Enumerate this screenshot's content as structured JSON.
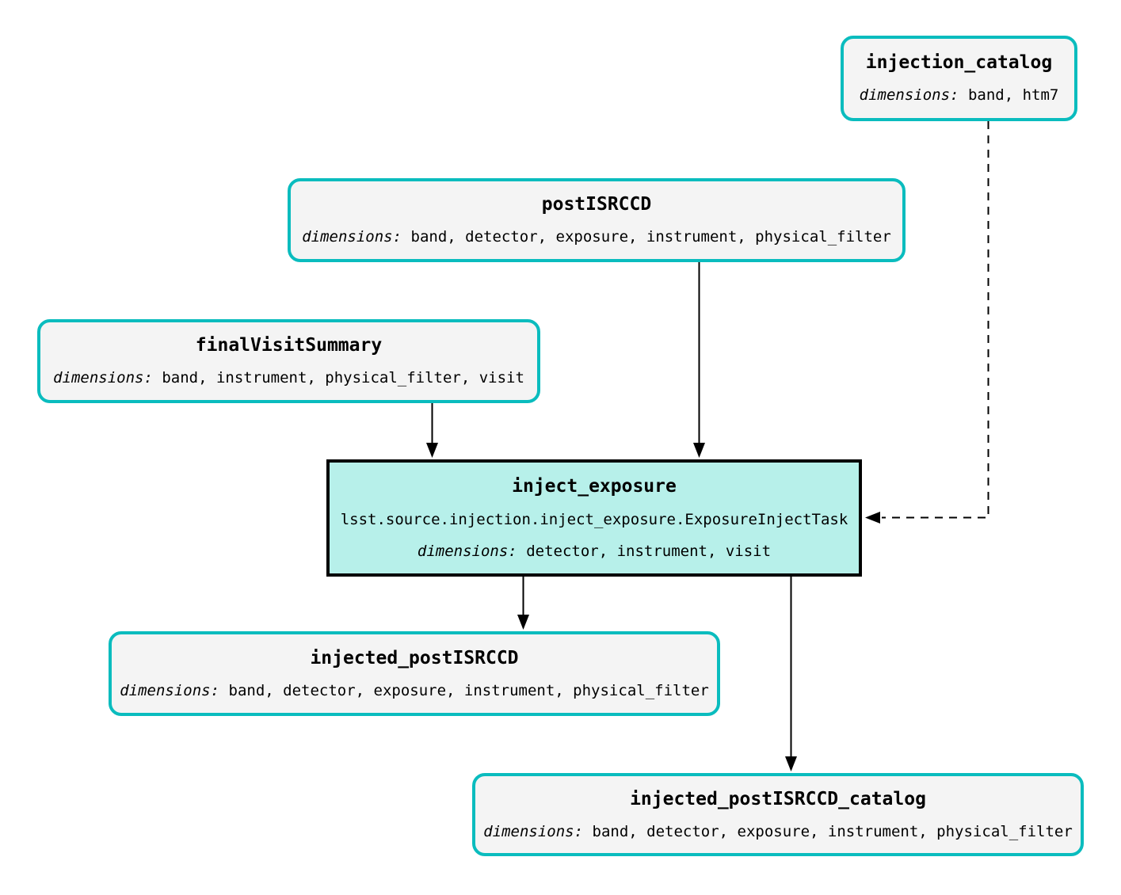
{
  "diagram": {
    "type": "pipeline-task-graph",
    "nodes": {
      "injection_catalog": {
        "title": "injection_catalog",
        "dimensions_label": "dimensions:",
        "dimensions": "band, htm7"
      },
      "postISRCCD": {
        "title": "postISRCCD",
        "dimensions_label": "dimensions:",
        "dimensions": "band, detector, exposure, instrument, physical_filter"
      },
      "finalVisitSummary": {
        "title": "finalVisitSummary",
        "dimensions_label": "dimensions:",
        "dimensions": "band, instrument, physical_filter, visit"
      },
      "inject_exposure": {
        "title": "inject_exposure",
        "task_class": "lsst.source.injection.inject_exposure.ExposureInjectTask",
        "dimensions_label": "dimensions:",
        "dimensions": "detector, instrument, visit"
      },
      "injected_postISRCCD": {
        "title": "injected_postISRCCD",
        "dimensions_label": "dimensions:",
        "dimensions": "band, detector, exposure, instrument, physical_filter"
      },
      "injected_postISRCCD_catalog": {
        "title": "injected_postISRCCD_catalog",
        "dimensions_label": "dimensions:",
        "dimensions": "band, detector, exposure, instrument, physical_filter"
      }
    },
    "edges": [
      {
        "from": "postISRCCD",
        "to": "inject_exposure",
        "style": "solid"
      },
      {
        "from": "finalVisitSummary",
        "to": "inject_exposure",
        "style": "solid"
      },
      {
        "from": "injection_catalog",
        "to": "inject_exposure",
        "style": "dashed"
      },
      {
        "from": "inject_exposure",
        "to": "injected_postISRCCD",
        "style": "solid"
      },
      {
        "from": "inject_exposure",
        "to": "injected_postISRCCD_catalog",
        "style": "solid"
      }
    ],
    "colors": {
      "dataset_border": "#0abcbe",
      "dataset_fill": "#f4f4f4",
      "task_fill": "#b7f0ea",
      "task_border": "#000000",
      "edge": "#000000",
      "background": "#ffffff"
    }
  }
}
